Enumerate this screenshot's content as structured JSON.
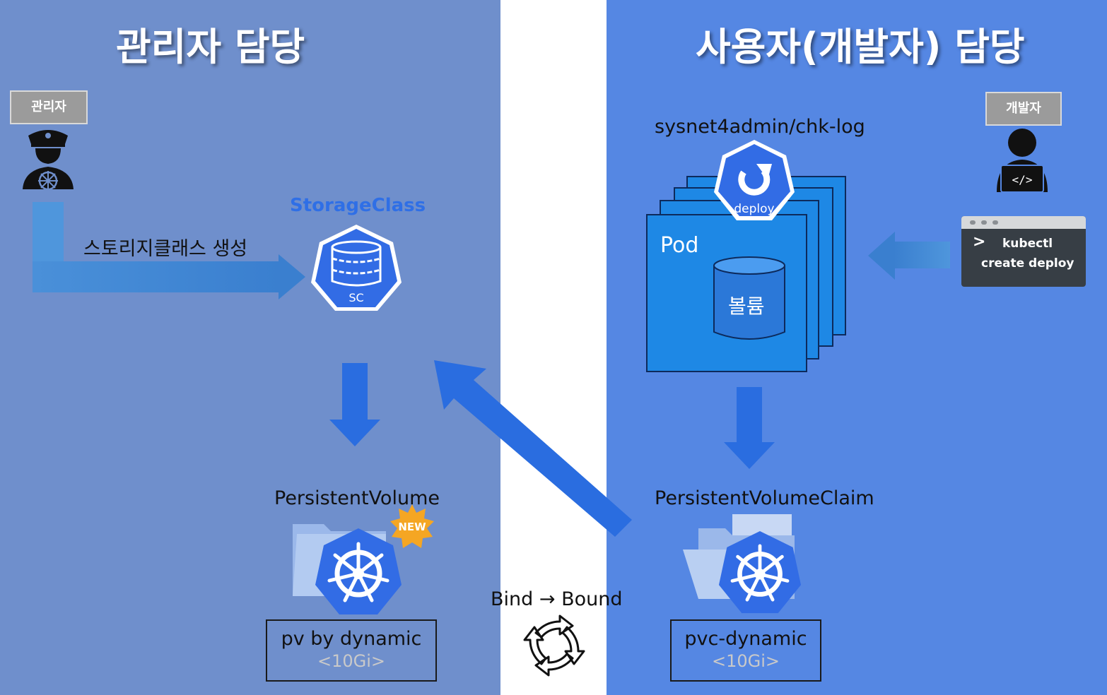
{
  "titles": {
    "admin": "관리자 담당",
    "user": "사용자(개발자) 담당"
  },
  "roles": {
    "admin": "관리자",
    "developer": "개발자"
  },
  "admin_side": {
    "create_label": "스토리지클래스 생성",
    "storageclass_title": "StorageClass",
    "sc_icon_text": "SC",
    "pv_label": "PersistentVolume",
    "new_badge": "NEW",
    "pv_name": "pv by dynamic",
    "pv_size": "<10Gi>"
  },
  "user_side": {
    "image_label": "sysnet4admin/chk-log",
    "deploy_text": "deploy",
    "pod_label": "Pod",
    "volume_label": "볼륨",
    "pvc_label": "PersistentVolumeClaim",
    "pvc_name": "pvc-dynamic",
    "pvc_size": "<10Gi>",
    "terminal_line1": "kubectl",
    "terminal_line2": "create deploy"
  },
  "bind_label": "Bind → Bound",
  "colors": {
    "left_panel": "#6f8fcc",
    "right_panel": "#5587e3",
    "k8s_blue": "#326ce5"
  },
  "icons": [
    "captain-icon",
    "developer-icon",
    "storageclass-icon",
    "deploy-icon",
    "kubernetes-wheel-icon",
    "new-badge-icon",
    "refresh-cycle-icon",
    "terminal-icon"
  ]
}
